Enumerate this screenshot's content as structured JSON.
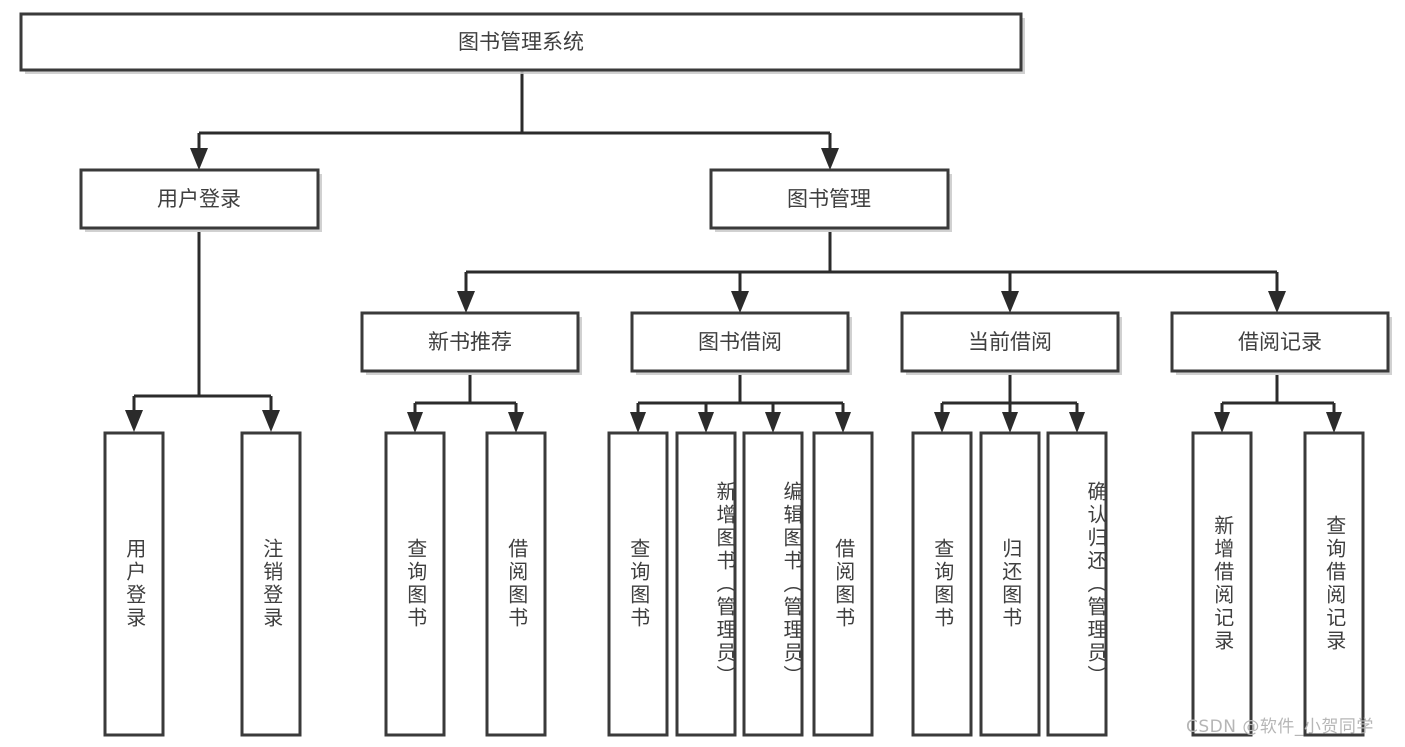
{
  "diagram": {
    "type": "tree",
    "title": "图书管理系统",
    "orientation": "top-down",
    "colors": {
      "box_fill": "#ffffff",
      "box_stroke": "#3a3a3a",
      "connector": "#2b2b2b",
      "label_text": "#3f3f3f",
      "watermark": "#b6b6b6"
    },
    "root": {
      "label": "图书管理系统"
    },
    "level2": [
      {
        "label": "用户登录"
      },
      {
        "label": "图书管理"
      }
    ],
    "level3": [
      {
        "label": "新书推荐"
      },
      {
        "label": "图书借阅"
      },
      {
        "label": "当前借阅"
      },
      {
        "label": "借阅记录"
      }
    ],
    "leaves": {
      "user_login": [
        {
          "label": "用户登录"
        },
        {
          "label": "注销登录"
        }
      ],
      "new_book_recommend": [
        {
          "label": "查询图书"
        },
        {
          "label": "借阅图书"
        }
      ],
      "book_borrow": [
        {
          "label": "查询图书"
        },
        {
          "label": "新增图书（管理员）"
        },
        {
          "label": "编辑图书（管理员）"
        },
        {
          "label": "借阅图书"
        }
      ],
      "current_borrow": [
        {
          "label": "查询图书"
        },
        {
          "label": "归还图书"
        },
        {
          "label": "确认归还（管理员）"
        }
      ],
      "borrow_records": [
        {
          "label": "新增借阅记录"
        },
        {
          "label": "查询借阅记录"
        }
      ]
    }
  },
  "watermark": {
    "text": "CSDN @软件_小贺同学"
  }
}
